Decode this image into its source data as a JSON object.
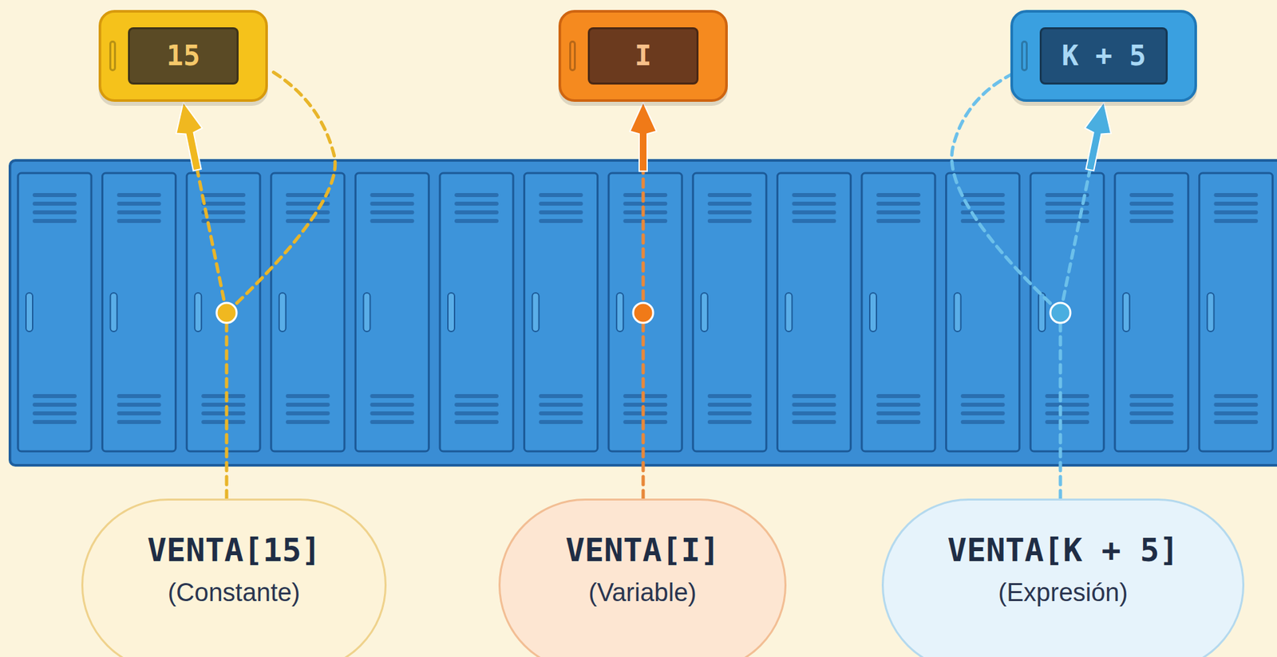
{
  "diagram": {
    "nodes": [
      {
        "text": [
          "15"
        ]
      },
      {
        "text": [
          "I"
        ]
      },
      {
        "text": [
          "K + 5"
        ]
      },
      {
        "text": [
          "VENTA[15]",
          "(Constante)"
        ]
      },
      {
        "text": [
          "VENTA[I]",
          "(Variable)"
        ]
      },
      {
        "text": [
          "VENTA[K + 5]",
          "(Expresión)"
        ]
      }
    ],
    "edges": [
      {
        "from": 3,
        "to": 0,
        "arrow": "to"
      },
      {
        "from": 4,
        "to": 1,
        "arrow": "to"
      },
      {
        "from": 5,
        "to": 2,
        "arrow": "to"
      }
    ]
  }
}
